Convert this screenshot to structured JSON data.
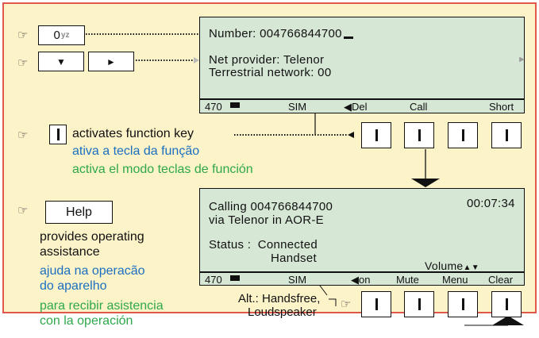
{
  "colors": {
    "frame": "#e2574c",
    "background": "#fdf3c9",
    "lcd": "#d6e7d5",
    "portuguese": "#1a6fc0",
    "spanish": "#2ea84a"
  },
  "icons": {
    "hand": "pointing-hand-icon",
    "battery": "battery-icon",
    "speaker": "speaker-icon",
    "left_arrow": "left-arrow-icon",
    "right_arrow": "right-arrow-icon"
  },
  "keys": {
    "zero": "0",
    "zero_sub": "yz",
    "down": "▼",
    "right": "►",
    "function": "I",
    "help": "Help"
  },
  "display1": {
    "number_label": "Number:",
    "number_value": "004766844700",
    "net_provider_label": "Net provider:",
    "net_provider_value": "Telenor",
    "terrestrial_label": "Terrestrial network:",
    "terrestrial_value": "00",
    "status_number": "470",
    "status_sim": "SIM",
    "softkeys": [
      "Del",
      "Call",
      "Short"
    ]
  },
  "function_key_text": {
    "en": "activates function key",
    "pt": "ativa a tecla da função",
    "es": "activa el modo teclas de función"
  },
  "display2": {
    "calling_label": "Calling",
    "calling_number": "004766844700",
    "timer": "00:07:34",
    "via_text": "via Telenor in AOR-E",
    "status_label": "Status :",
    "status_value": "Connected",
    "status_sub": "Handset",
    "volume": "Volume",
    "status_number": "470",
    "status_sim": "SIM",
    "softkeys": [
      "on",
      "Mute",
      "Menu",
      "Clear"
    ]
  },
  "help_text": {
    "en": [
      "provides operating",
      "assistance"
    ],
    "pt": [
      "ajuda na operacão",
      "do aparelho"
    ],
    "es": [
      "para recibir asistencia",
      "con la operación"
    ]
  },
  "alt_text": {
    "line1": "Alt.: Handsfree,",
    "line2": "Loudspeaker"
  }
}
